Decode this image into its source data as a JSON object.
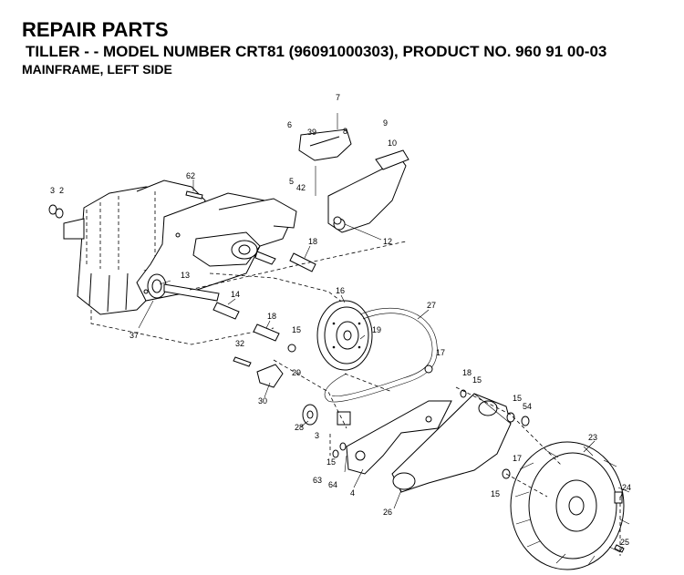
{
  "header": {
    "title": "REPAIR PARTS",
    "subtitle": "TILLER - - MODEL NUMBER CRT81 (96091000303), PRODUCT NO. 960 91 00-03",
    "section": "MAINFRAME, LEFT SIDE"
  },
  "callouts": [
    {
      "id": "c7",
      "text": "7"
    },
    {
      "id": "c6",
      "text": "6"
    },
    {
      "id": "c39",
      "text": "39"
    },
    {
      "id": "c8",
      "text": "8"
    },
    {
      "id": "c9",
      "text": "9"
    },
    {
      "id": "c10",
      "text": "10"
    },
    {
      "id": "c5",
      "text": "5"
    },
    {
      "id": "c42",
      "text": "42"
    },
    {
      "id": "c62",
      "text": "62"
    },
    {
      "id": "c3a",
      "text": "3"
    },
    {
      "id": "c2",
      "text": "2"
    },
    {
      "id": "c12",
      "text": "12"
    },
    {
      "id": "c18a",
      "text": "18"
    },
    {
      "id": "c13",
      "text": "13"
    },
    {
      "id": "c16",
      "text": "16"
    },
    {
      "id": "c27",
      "text": "27"
    },
    {
      "id": "c14",
      "text": "14"
    },
    {
      "id": "c18b",
      "text": "18"
    },
    {
      "id": "c15a",
      "text": "15"
    },
    {
      "id": "c19",
      "text": "19"
    },
    {
      "id": "c37",
      "text": "37"
    },
    {
      "id": "c32",
      "text": "32"
    },
    {
      "id": "c17a",
      "text": "17"
    },
    {
      "id": "c29",
      "text": "29"
    },
    {
      "id": "c18c",
      "text": "18"
    },
    {
      "id": "c15b",
      "text": "15"
    },
    {
      "id": "c30",
      "text": "30"
    },
    {
      "id": "c15c",
      "text": "15"
    },
    {
      "id": "c54",
      "text": "54"
    },
    {
      "id": "c28",
      "text": "28"
    },
    {
      "id": "c3b",
      "text": "3"
    },
    {
      "id": "c23",
      "text": "23"
    },
    {
      "id": "c15d",
      "text": "15"
    },
    {
      "id": "c17b",
      "text": "17"
    },
    {
      "id": "c63",
      "text": "63"
    },
    {
      "id": "c64",
      "text": "64"
    },
    {
      "id": "c4",
      "text": "4"
    },
    {
      "id": "c15e",
      "text": "15"
    },
    {
      "id": "c24",
      "text": "24"
    },
    {
      "id": "c26",
      "text": "26"
    },
    {
      "id": "c25",
      "text": "25"
    }
  ]
}
